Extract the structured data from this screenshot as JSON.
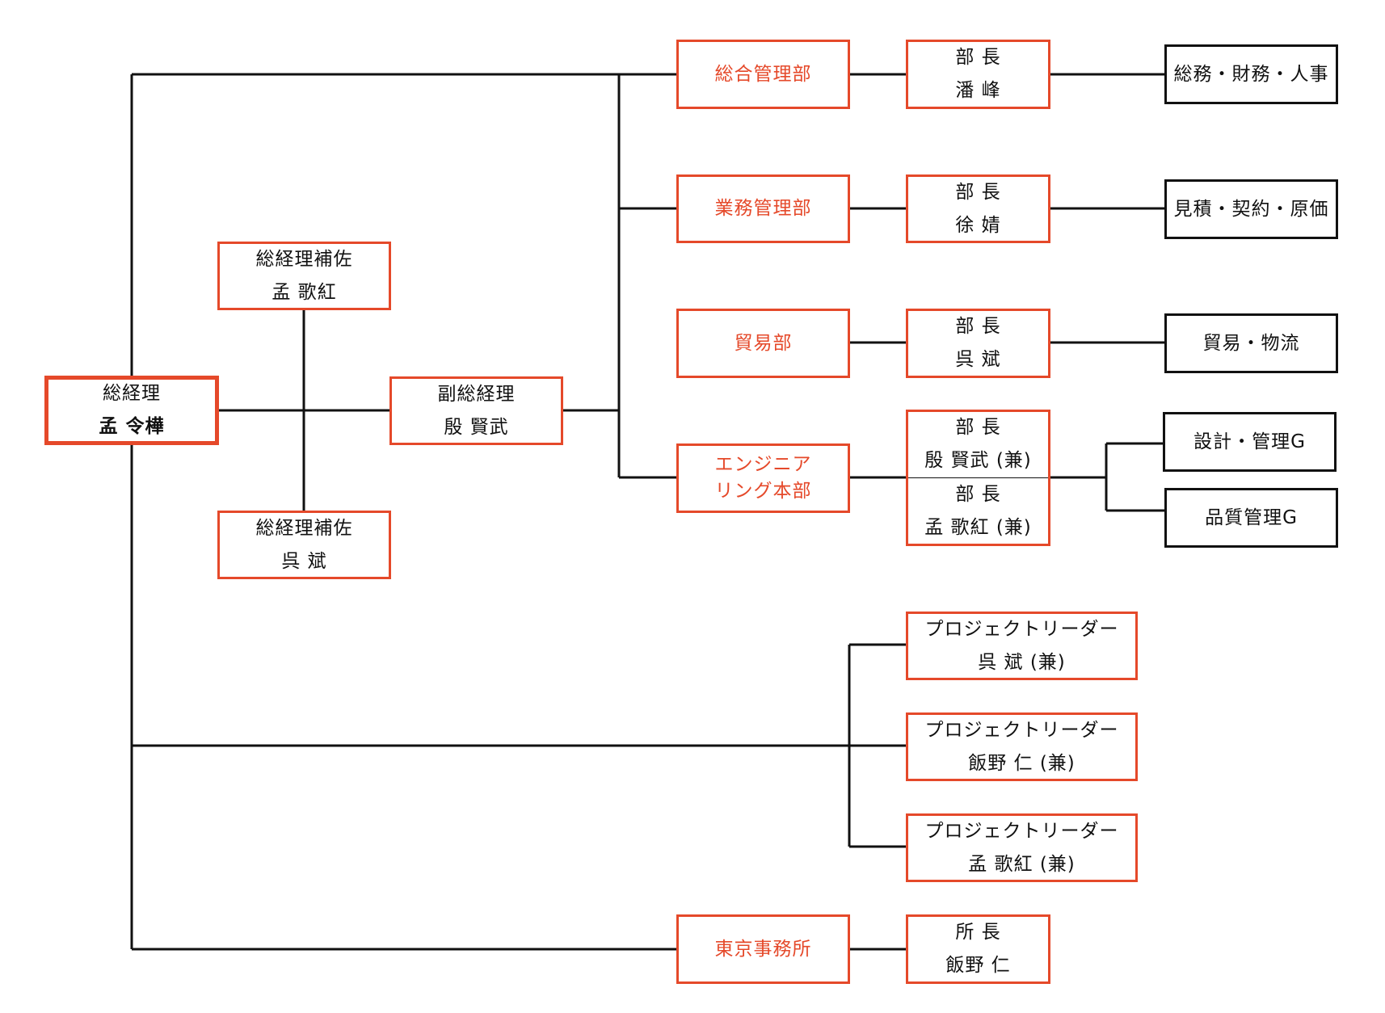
{
  "ceo": {
    "title": "総経理",
    "name": "孟 令樺"
  },
  "assistant1": {
    "title": "総経理補佐",
    "name": "孟 歌紅"
  },
  "assistant2": {
    "title": "総経理補佐",
    "name": "呉 斌"
  },
  "vice_gm": {
    "title": "副総経理",
    "name": "殷 賢武"
  },
  "departments": [
    {
      "name": "総合管理部",
      "head_title": "部 長",
      "head_name": "潘 峰",
      "scope": "総務・財務・人事"
    },
    {
      "name": "業務管理部",
      "head_title": "部 長",
      "head_name": "徐 婧",
      "scope": "見積・契約・原価"
    },
    {
      "name": "貿易部",
      "head_title": "部 長",
      "head_name": "呉 斌",
      "scope": "貿易・物流"
    }
  ],
  "engineering": {
    "name_line1": "エンジニア",
    "name_line2": "リング本部",
    "head1_title": "部 長",
    "head1_name": "殷 賢武 (兼)",
    "head2_title": "部 長",
    "head2_name": "孟 歌紅 (兼)",
    "groups": [
      "設計・管理G",
      "品質管理G"
    ]
  },
  "project_leaders": [
    {
      "title": "プロジェクトリーダー",
      "name": "呉 斌 (兼)"
    },
    {
      "title": "プロジェクトリーダー",
      "name": "飯野 仁 (兼)"
    },
    {
      "title": "プロジェクトリーダー",
      "name": "孟 歌紅 (兼)"
    }
  ],
  "tokyo": {
    "name": "東京事務所",
    "head_title": "所 長",
    "head_name": "飯野 仁"
  },
  "colors": {
    "accent": "#e5492a",
    "line": "#111111"
  }
}
